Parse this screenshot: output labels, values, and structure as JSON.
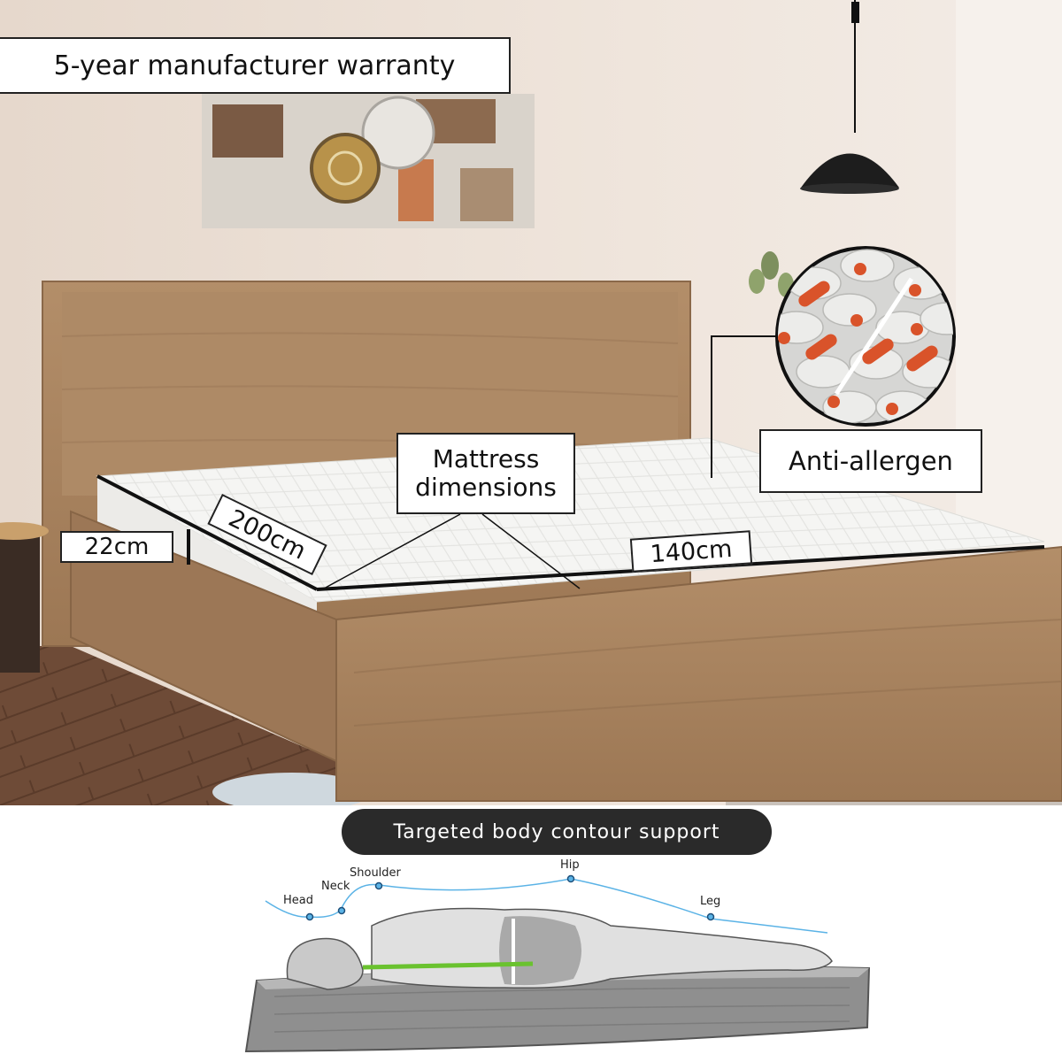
{
  "labels": {
    "warranty": "5-year manufacturer warranty",
    "dimensions_line1": "Mattress",
    "dimensions_line2": "dimensions",
    "anti_allergen": "Anti-allergen",
    "height": "22cm",
    "length": "200cm",
    "width": "140cm"
  },
  "contour": {
    "title": "Targeted body contour support",
    "points": {
      "head": "Head",
      "neck": "Neck",
      "shoulder": "Shoulder",
      "hip": "Hip",
      "leg": "Leg"
    }
  },
  "colors": {
    "wall": "#ede3da",
    "wood": "#a98461",
    "mattress": "#f4f4f2",
    "support_curve": "#5bb3e6",
    "spine_line": "#6ac22f",
    "germ": "#d9532a"
  }
}
